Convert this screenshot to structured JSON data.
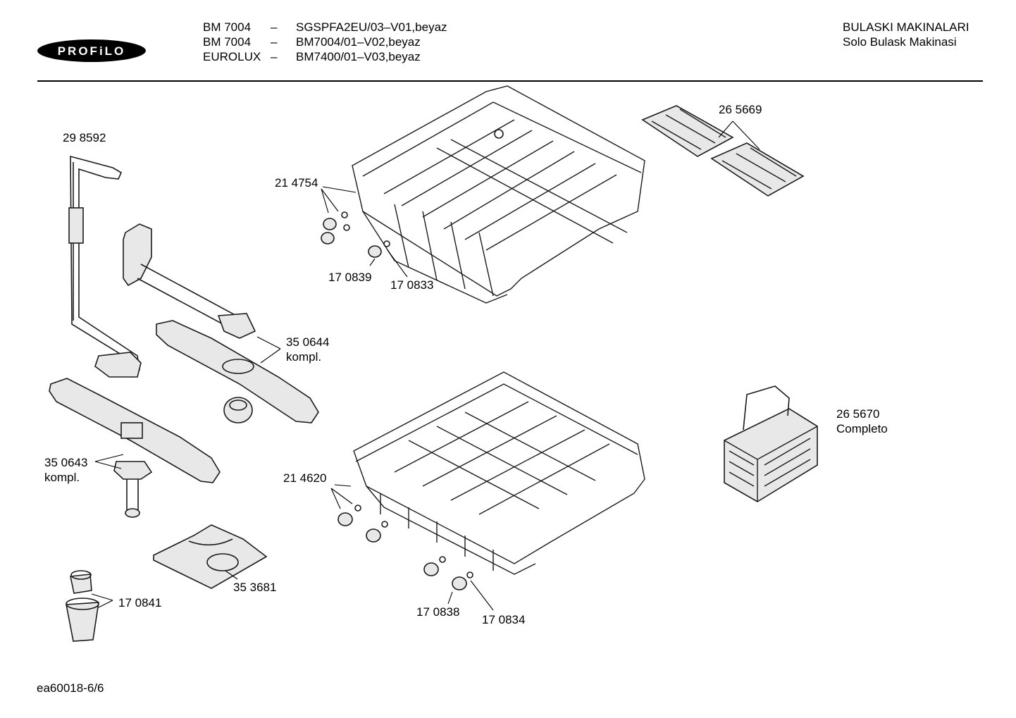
{
  "header": {
    "brand_logo": "PROFiLO",
    "models": [
      {
        "model": "BM 7004",
        "dash": "–",
        "code": "SGSPFA2EU/03–V01,beyaz"
      },
      {
        "model": "BM 7004",
        "dash": "–",
        "code": "BM7004/01–V02,beyaz"
      },
      {
        "model": "EUROLUX",
        "dash": "–",
        "code": "BM7400/01–V03,beyaz"
      }
    ],
    "category": "BULASKI MAKINALARI",
    "subcategory": "Solo Bulask Makinasi"
  },
  "parts": {
    "p298592": "29 8592",
    "p214754": "21 4754",
    "p265669": "26 5669",
    "p170839": "17 0839",
    "p170833": "17 0833",
    "p350644": "35 0644",
    "p350644_note": "kompl.",
    "p350643": "35 0643",
    "p350643_note": "kompl.",
    "p214620": "21 4620",
    "p265670": "26 5670",
    "p265670_note": "Completo",
    "p353681": "35 3681",
    "p170841": "17 0841",
    "p170838": "17 0838",
    "p170834": "17 0834"
  },
  "footer": {
    "doc_id": "ea60018-6/6"
  }
}
